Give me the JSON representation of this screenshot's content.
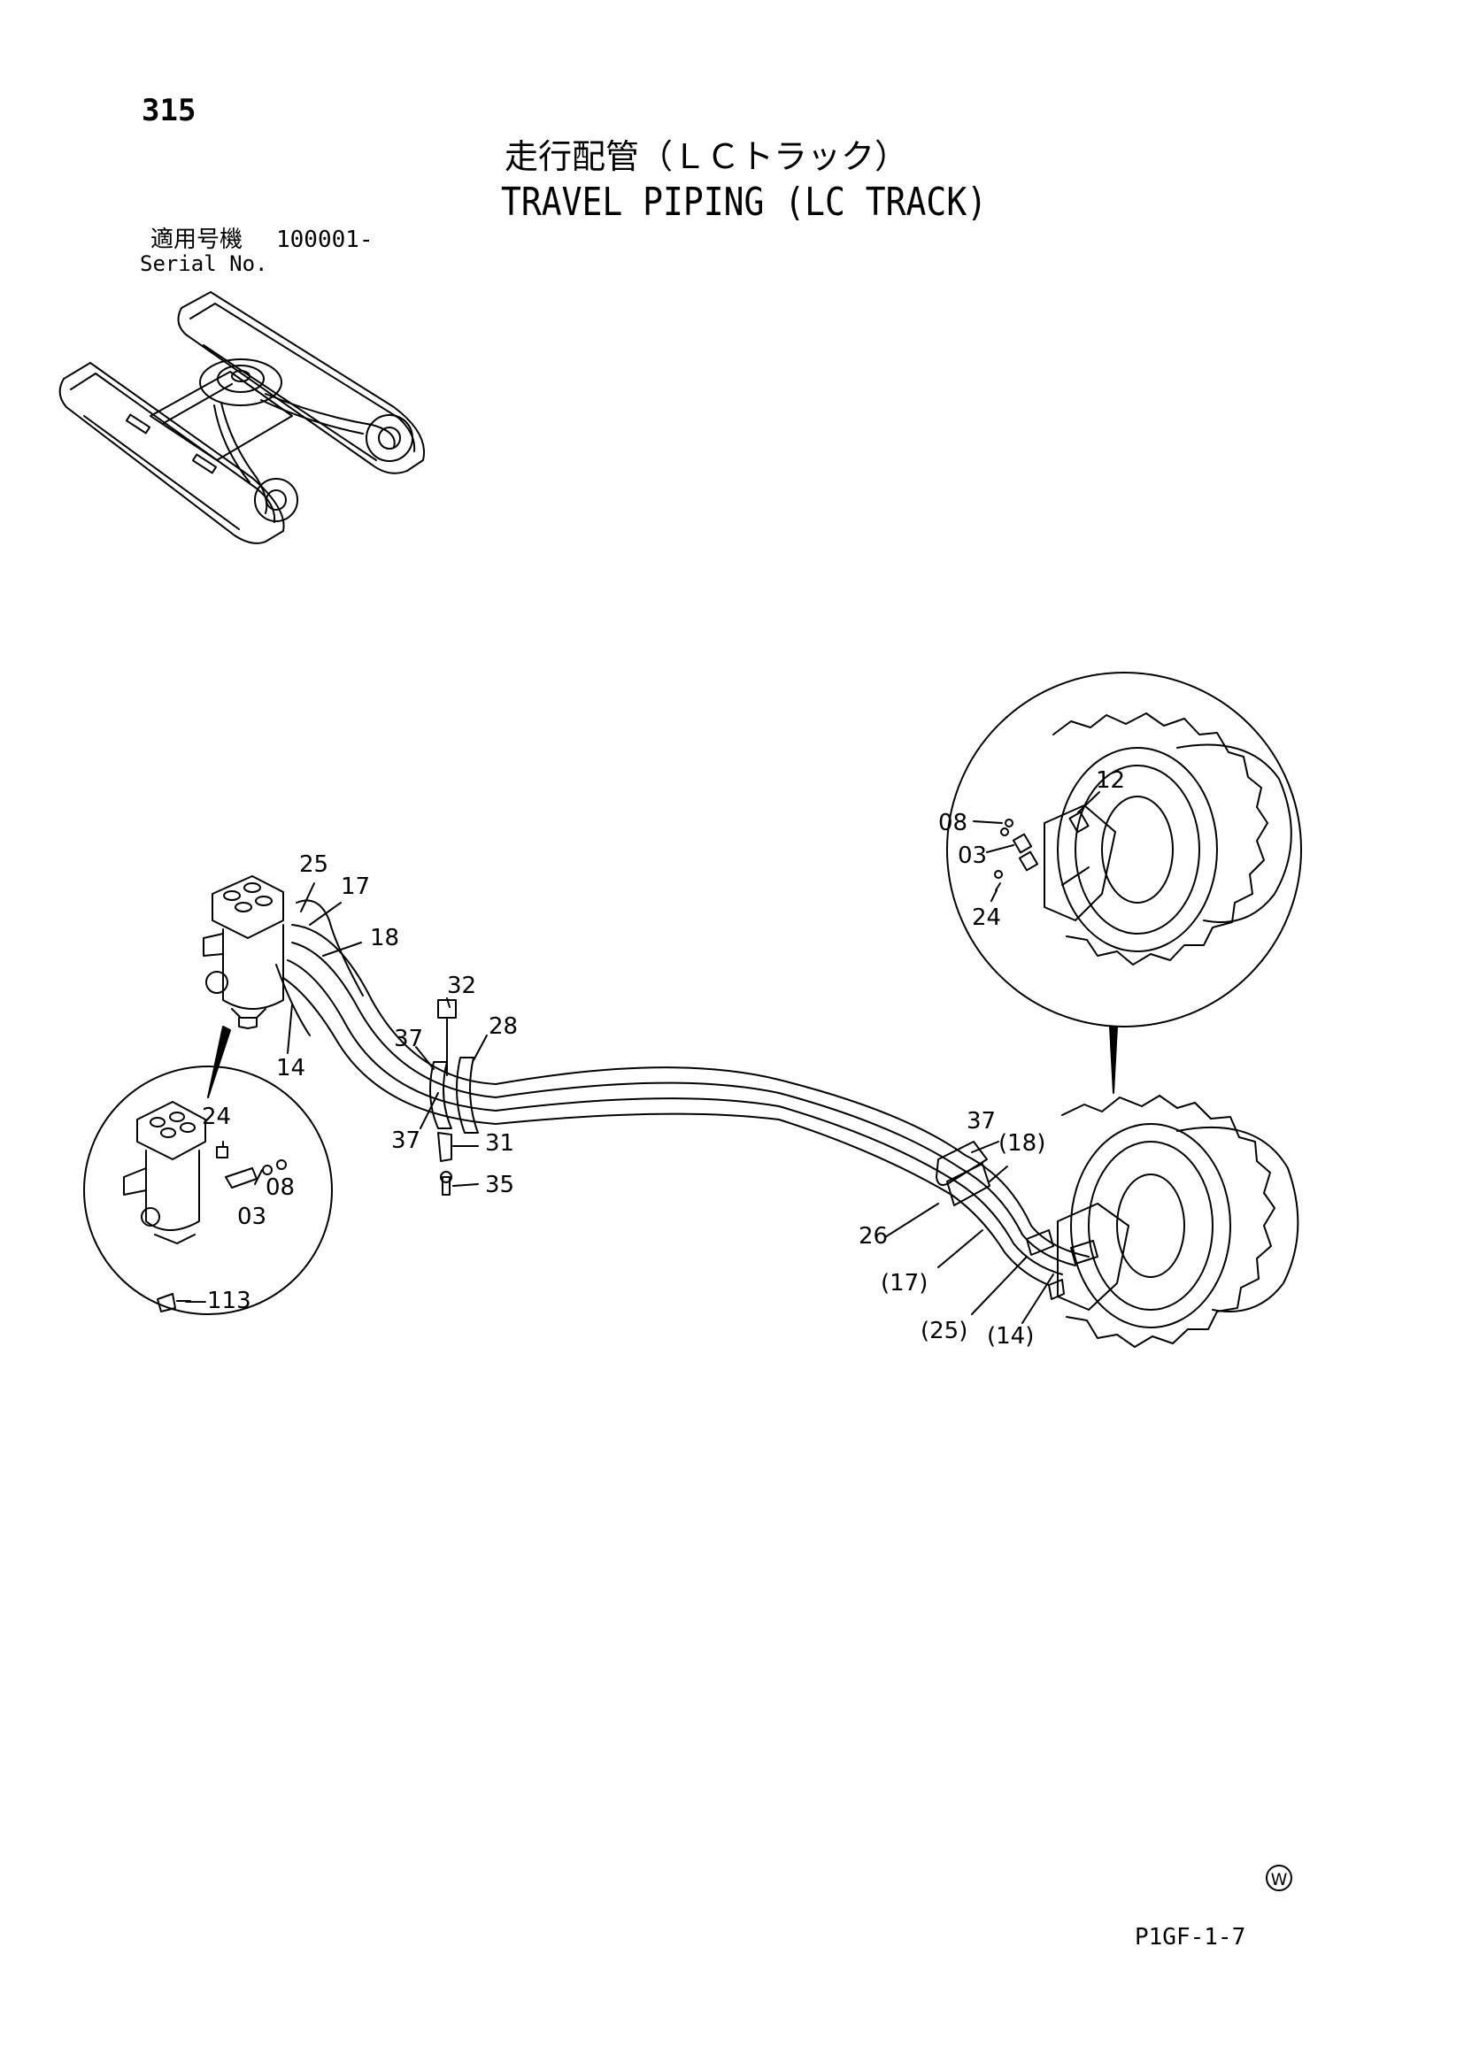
{
  "header": {
    "page_number": "315",
    "title_ja": "走行配管（ＬＣトラック）",
    "title_en": "TRAVEL PIPING (LC TRACK)",
    "serial_label_ja": "適用号機",
    "serial_value": "100001-",
    "serial_label_en": "Serial No."
  },
  "footer": {
    "watermark_symbol": "W",
    "doc_code": "P1GF-1-7"
  },
  "callouts": {
    "c25": "25",
    "c17": "17",
    "c18": "18",
    "c14": "14",
    "c32": "32",
    "c28": "28",
    "c37a": "37",
    "c37b": "37",
    "c31": "31",
    "c35": "35",
    "d24": "24",
    "d08": "08",
    "d03": "03",
    "d113": "113",
    "m12": "12",
    "m08": "08",
    "m03": "03",
    "m24": "24",
    "r37": "37",
    "r18": "(18)",
    "r26": "26",
    "r17": "(17)",
    "r25": "(25)",
    "r14": "(14)"
  }
}
